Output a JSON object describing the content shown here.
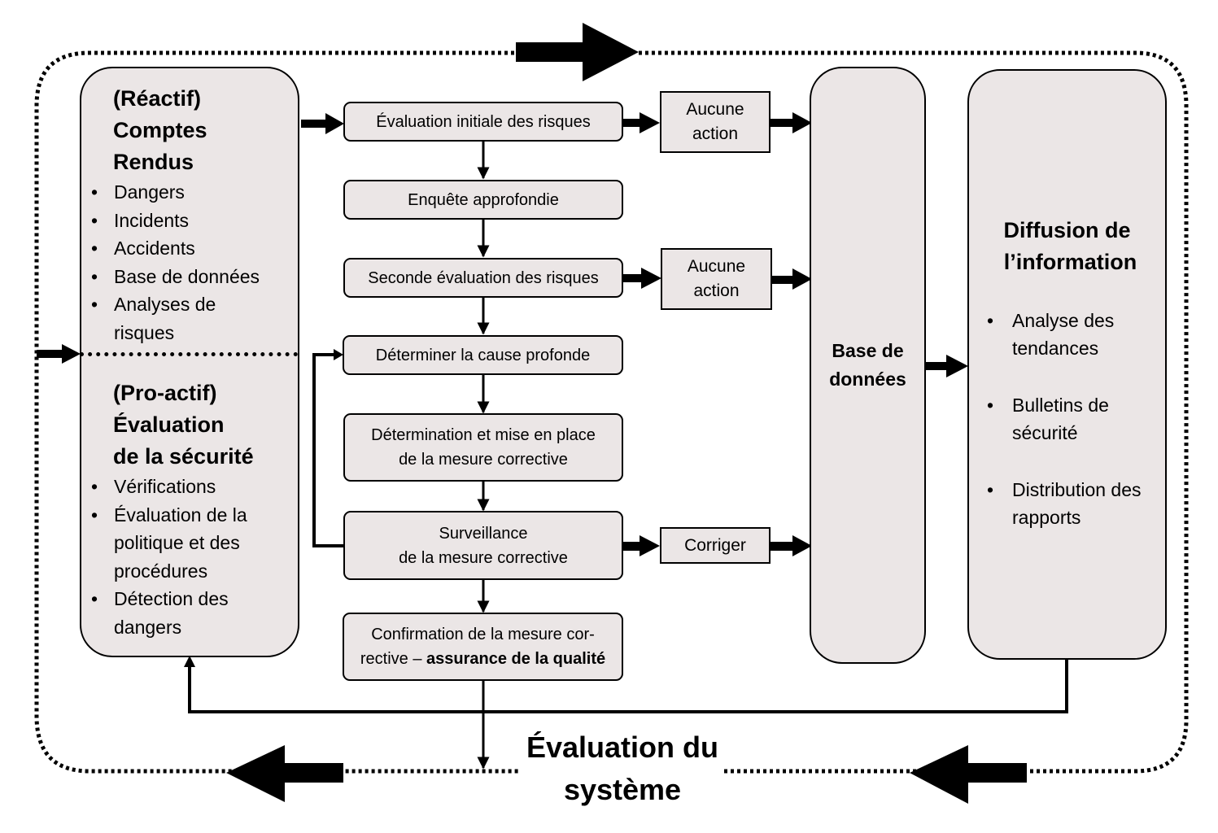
{
  "diagram": {
    "title": "Évaluation du système",
    "reactive_panel": {
      "heading_lines": [
        "(Réactif)",
        "Comptes",
        "Rendus"
      ],
      "items": [
        "Dangers",
        "Incidents",
        "Accidents",
        "Base de données",
        "Analyses de risques"
      ]
    },
    "proactive_panel": {
      "heading_lines": [
        "(Pro-actif)",
        "Évaluation",
        "de la sécurité"
      ],
      "items": [
        "Vérifications",
        "Évaluation de la politique et des procédures",
        "Détection des dangers"
      ]
    },
    "process_steps": [
      {
        "id": "initial-risk",
        "label": "Évaluation initiale des risques"
      },
      {
        "id": "investigation",
        "label": "Enquête approfondie"
      },
      {
        "id": "second-risk",
        "label": "Seconde évaluation des risques"
      },
      {
        "id": "root-cause",
        "label": "Déterminer la cause profonde"
      },
      {
        "id": "corrective-setup",
        "label_lines": [
          "Détermination et mise en place",
          "de la mesure corrective"
        ]
      },
      {
        "id": "monitoring",
        "label_lines": [
          "Surveillance",
          "de la mesure corrective"
        ]
      },
      {
        "id": "confirmation",
        "label_line1": "Confirmation de la mesure cor-",
        "label_line2_plain": "rective – ",
        "label_line2_bold": "assurance de la qualité"
      }
    ],
    "outcomes": [
      {
        "id": "no-action-1",
        "label_lines": [
          "Aucune",
          "action"
        ]
      },
      {
        "id": "no-action-2",
        "label_lines": [
          "Aucune",
          "action"
        ]
      },
      {
        "id": "correct",
        "label": "Corriger"
      }
    ],
    "database": {
      "label_lines": [
        "Base de",
        "données"
      ]
    },
    "dissemination": {
      "heading_lines": [
        "Diffusion de",
        "l’information"
      ],
      "items": [
        "Analyse des tendances",
        "Bulletins de sécurité",
        "Distribution des rapports"
      ]
    },
    "colors": {
      "box_fill": "#ebe6e6",
      "stroke": "#000000",
      "background": "#ffffff"
    }
  }
}
